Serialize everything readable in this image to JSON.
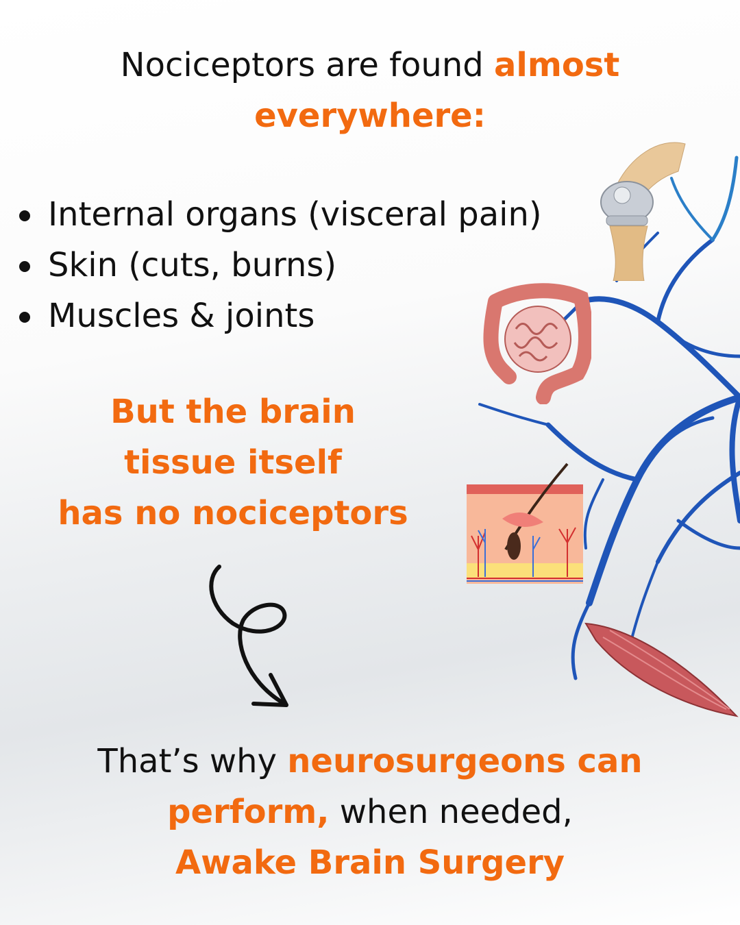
{
  "title": {
    "plain": "Nociceptors are found ",
    "highlight1": "almost",
    "highlight2": "everywhere:"
  },
  "bullets": [
    {
      "label": " Internal organs (visceral pain)"
    },
    {
      "label": "Skin (cuts, burns)"
    },
    {
      "label": "Muscles & joints"
    }
  ],
  "brain_note": {
    "line1": "But the brain",
    "line2": "tissue itself",
    "line3": "has no nociceptors"
  },
  "conclusion": {
    "part1": "That’s why ",
    "part2": "neurosurgeons can",
    "part3": "perform,",
    "part4": " when needed,",
    "part5": "Awake Brain Surgery"
  },
  "colors": {
    "accent": "#f26a10",
    "text": "#111111",
    "nerve": "#1f55b8"
  },
  "icons": [
    "nerve-network",
    "knee-joint",
    "intestines",
    "skin-cross-section",
    "muscle",
    "curly-arrow"
  ]
}
